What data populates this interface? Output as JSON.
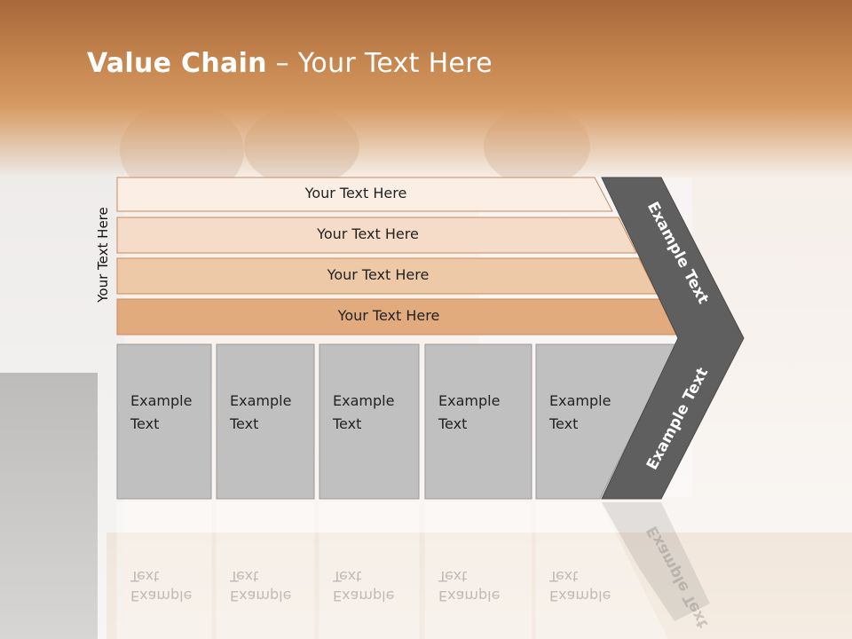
{
  "title": {
    "bold": "Value Chain",
    "rest": " – Your Text Here"
  },
  "side_label": "Your Text Here",
  "bars": [
    {
      "label": "Your Text Here",
      "color": "#fbeee5"
    },
    {
      "label": "Your Text Here",
      "color": "#f5dcc8"
    },
    {
      "label": "Your Text Here",
      "color": "#eec9a8"
    },
    {
      "label": "Your Text Here",
      "color": "#e2ab7e"
    }
  ],
  "boxes": [
    {
      "line1": "Example",
      "line2": "Text"
    },
    {
      "line1": "Example",
      "line2": "Text"
    },
    {
      "line1": "Example",
      "line2": "Text"
    },
    {
      "line1": "Example",
      "line2": "Text"
    },
    {
      "line1": "Example",
      "line2": "Text"
    }
  ],
  "chevron_top": "Example Text",
  "chevron_bottom": "Example Text",
  "colors": {
    "box_fill": "#c0c0c0",
    "chevron_fill": "#5f5f5f",
    "bar_stroke": "#c98a5a"
  }
}
